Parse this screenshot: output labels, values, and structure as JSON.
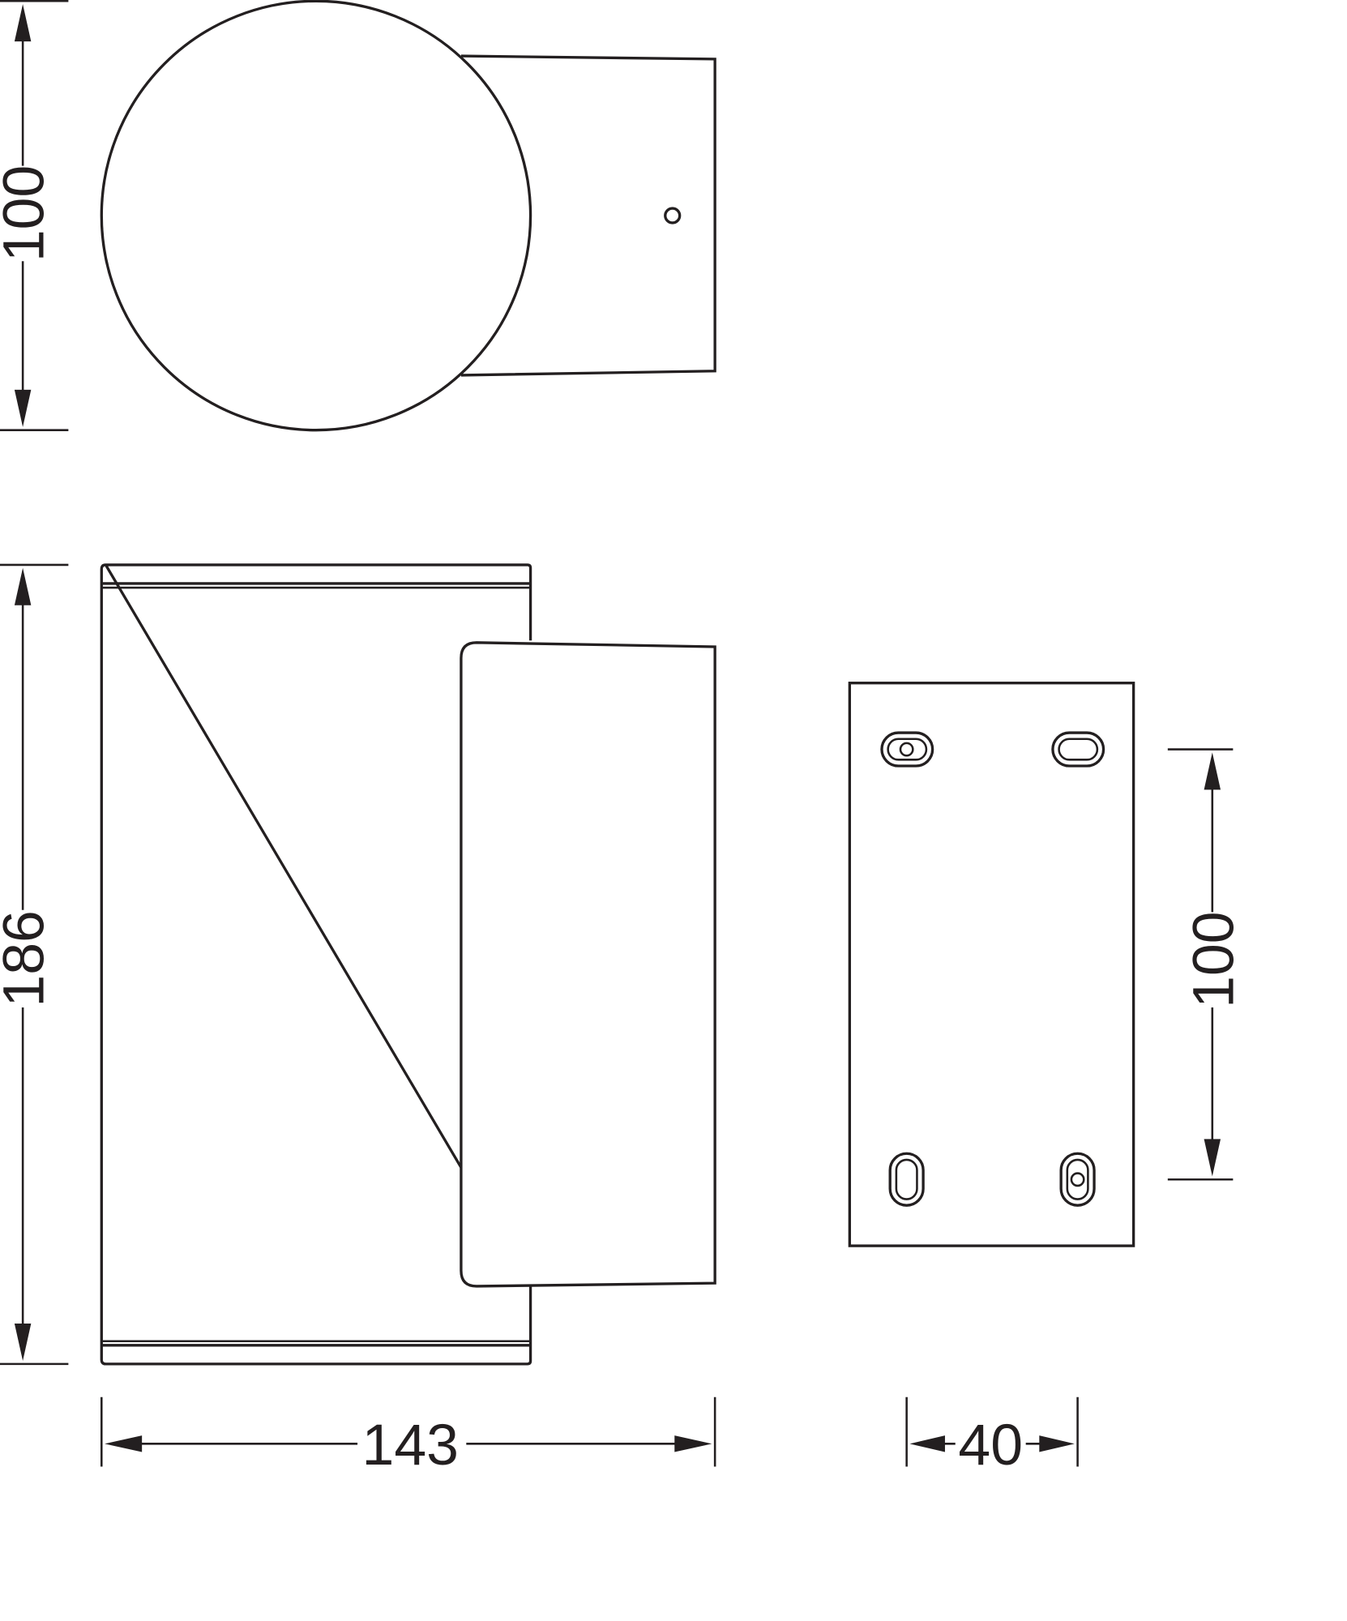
{
  "drawing": {
    "colors": {
      "line": "#231f20",
      "background": "#ffffff"
    },
    "dimensions": {
      "top_view_height": "100",
      "side_view_height": "186",
      "overall_width": "143",
      "plate_hole_spacing": "100",
      "plate_hole_width": "40"
    }
  }
}
